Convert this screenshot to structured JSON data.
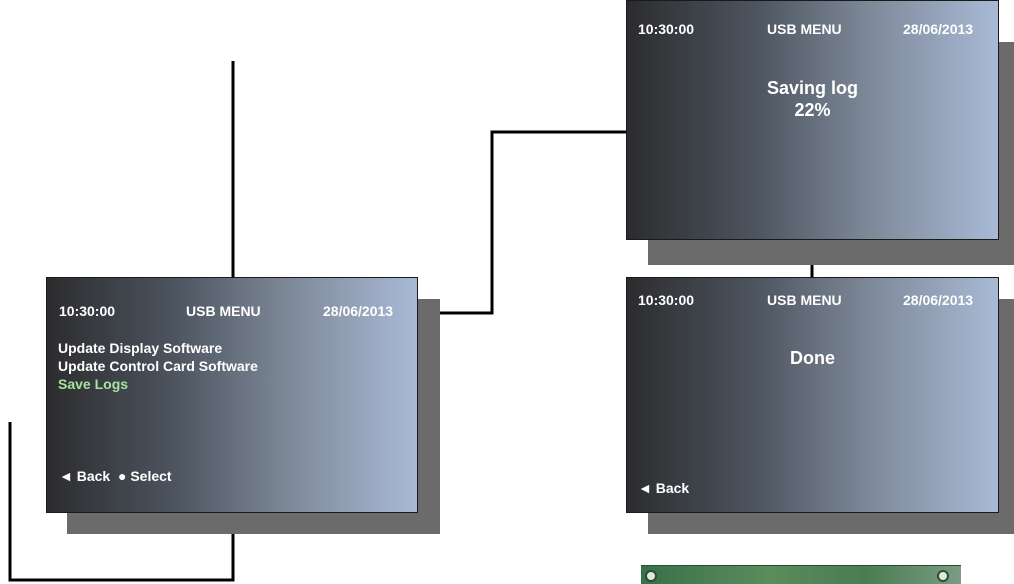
{
  "screen_main": {
    "time": "10:30:00",
    "title": "USB MENU",
    "date": "28/06/2013",
    "menu": [
      {
        "label": "Update Display Software",
        "selected": false
      },
      {
        "label": "Update Control Card Software",
        "selected": false
      },
      {
        "label": "Save Logs",
        "selected": true
      }
    ],
    "footer": "◄ Back  ● Select"
  },
  "screen_saving": {
    "time": "10:30:00",
    "title": "USB MENU",
    "date": "28/06/2013",
    "message": "Saving log",
    "progress": "22%"
  },
  "screen_done": {
    "time": "10:30:00",
    "title": "USB MENU",
    "date": "28/06/2013",
    "message": "Done",
    "footer": "◄ Back"
  },
  "colors": {
    "selected_item": "#a6e39d",
    "shadow": "#6b6b6b"
  }
}
